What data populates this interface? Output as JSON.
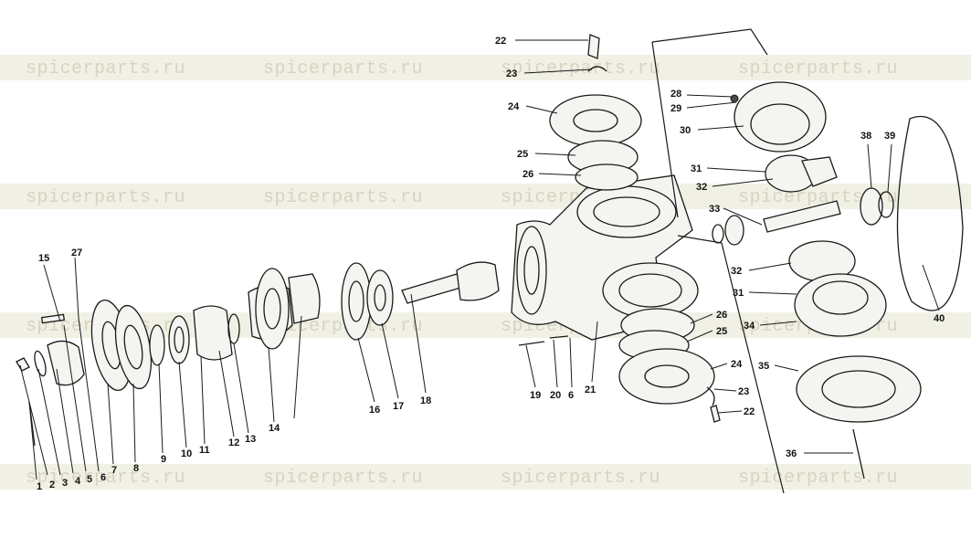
{
  "watermark": {
    "text": "spicerparts.ru"
  },
  "callouts": {
    "c1": "1",
    "c2": "2",
    "c3": "3",
    "c4": "4",
    "c5": "5",
    "c6": "6",
    "c7": "7",
    "c8": "8",
    "c9": "9",
    "c10": "10",
    "c11": "11",
    "c12": "12",
    "c13": "13",
    "c14": "14",
    "c15": "15",
    "c16": "16",
    "c17": "17",
    "c18": "18",
    "c19": "19",
    "c20": "20",
    "c6b": "6",
    "c21": "21",
    "c22": "22",
    "c23": "23",
    "c24": "24",
    "c25": "25",
    "c26": "26",
    "c27": "27",
    "c28": "28",
    "c29": "29",
    "c30": "30",
    "c31": "31",
    "c32": "32",
    "c33": "33",
    "c32b": "32",
    "c31b": "31",
    "c34": "34",
    "c35": "35",
    "c36": "36",
    "c26b": "26",
    "c25b": "25",
    "c24b": "24",
    "c23b": "23",
    "c22b": "22",
    "c38": "38",
    "c39": "39",
    "c40": "40"
  }
}
